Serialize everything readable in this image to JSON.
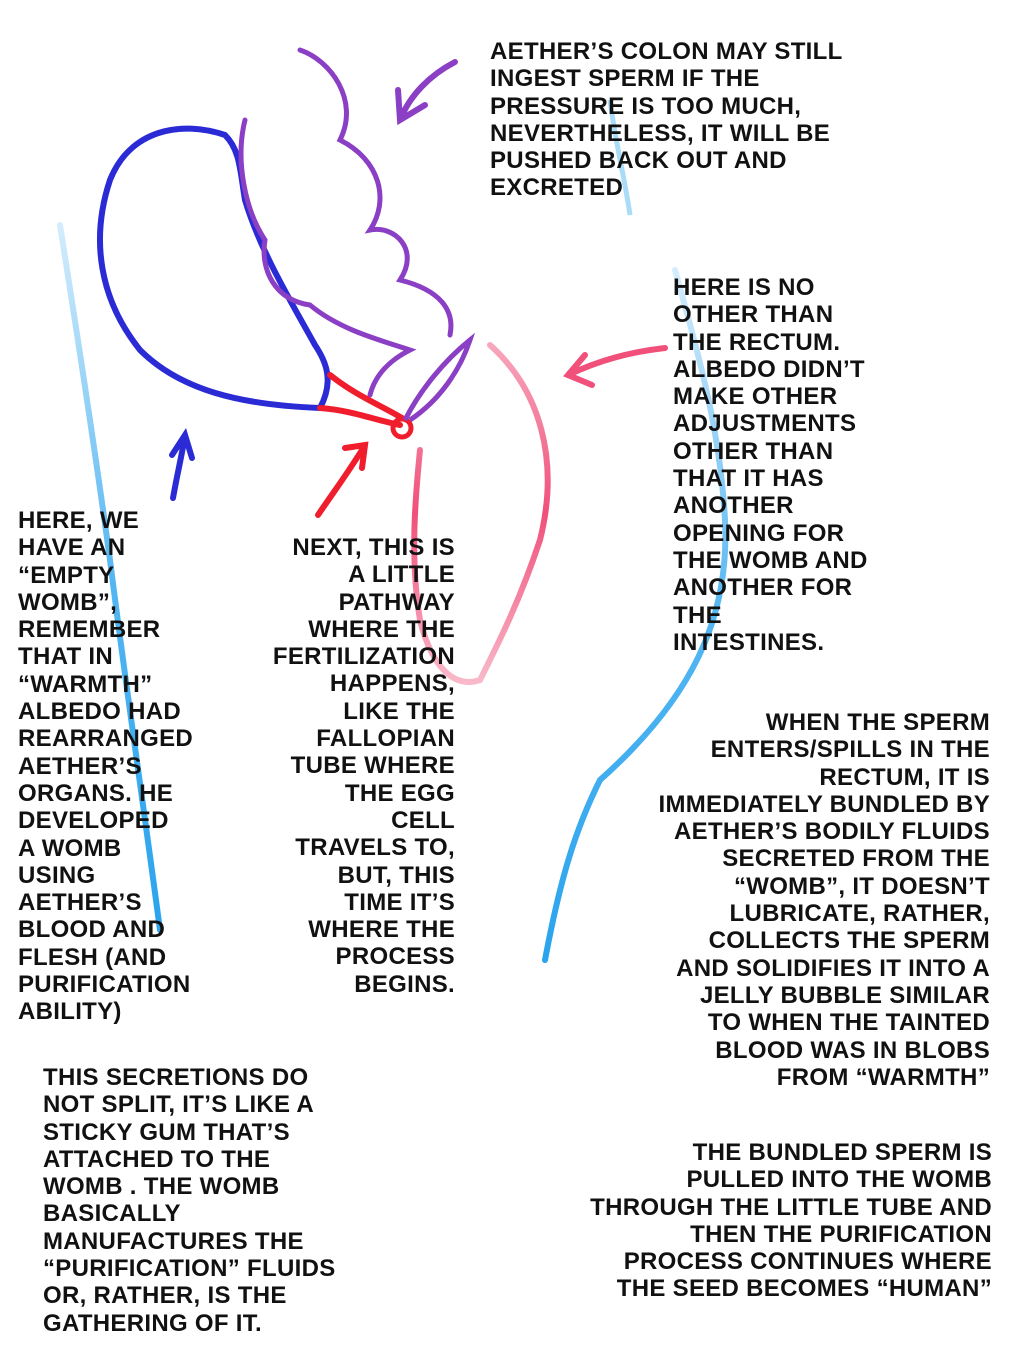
{
  "notes": {
    "colon": "Aether’s colon may still\ningest sperm if the\npressure is too much,\nnevertheless, it will be\npushed back out and\nexcreted",
    "rectum": "Here is no\nother than\nthe rectum.\nAlbedo didn’t\nmake other\nadjustments\nother than\nthat it has\nanother\nopening for\nthe womb and\nanother for\nthe\nintestines.",
    "womb": "Here, we\nhave an\n“empty\nwomb”,\nremember\nthat in\n“Warmth”\nAlbedo had\nrearranged\nAether’s\norgans. He\ndeveloped\na womb\nusing\nAether’s\nblood and\nflesh (and\npurification\nability)",
    "pathway": "Next, this is\na little\npathway\nwhere the\nfertilization\nhappens,\nlike the\nfallopian\ntube where\nthe egg\ncell\ntravels to,\nbut, this\ntime it’s\nwhere the\nprocess\nbegins.",
    "sperm": "When the sperm\nenters/spills in the\nrectum, it is\nimmediately bundled by\nAether’s bodily fluids\nsecreted from the\n“womb”, it doesn’t\nlubricate, rather,\ncollects the sperm\nand solidifies it into a\njelly bubble similar\nto when the tainted\nblood was in blobs\nfrom “Warmth”",
    "secretions": "This secretions do\nnot split, it’s like a\nsticky gum that’s\nattached to the\nwomb . The womb\nbasically\nmanufactures the\n“purification” fluids\nor, rather, is the\ngathering of it.",
    "bundled": "The bundled sperm is\npulled into the womb\nthrough the little tube and\nthen the purification\nprocess continues where\nthe seed becomes “human”"
  },
  "colors": {
    "womb": "#2b2bd6",
    "intestine": "#8b3fc4",
    "tube": "#f01e2c",
    "rectum": "#f0507a",
    "body": "#2aa4ee"
  }
}
